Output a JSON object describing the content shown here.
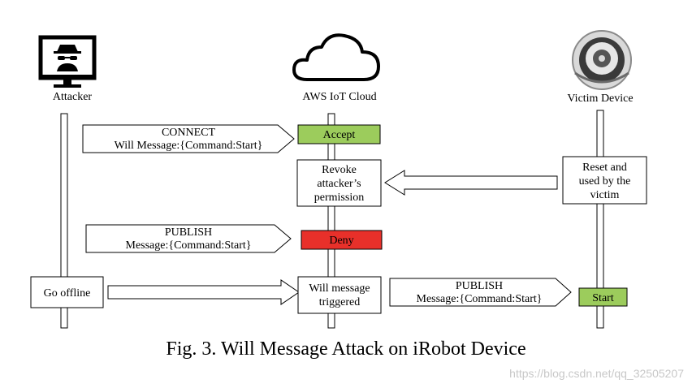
{
  "actors": {
    "attacker": "Attacker",
    "cloud": "AWS IoT Cloud",
    "victim": "Victim Device"
  },
  "messages": {
    "connect": [
      "CONNECT",
      "Will Message:{Command:Start}"
    ],
    "publish_attacker": [
      "PUBLISH",
      "Message:{Command:Start}"
    ],
    "publish_cloud": [
      "PUBLISH",
      "Message:{Command:Start}"
    ]
  },
  "boxes": {
    "accept": "Accept",
    "revoke": [
      "Revoke",
      "attacker’s",
      "permission"
    ],
    "reset": [
      "Reset and",
      "used by the",
      "victim"
    ],
    "deny": "Deny",
    "go_offline": "Go offline",
    "will_triggered": [
      "Will message",
      "triggered"
    ],
    "start": "Start"
  },
  "colors": {
    "accept_fill": "#9ccc5c",
    "deny_fill": "#e8302a",
    "start_fill": "#9ccc5c"
  },
  "icons": {
    "attacker": "hacker-monitor-icon",
    "cloud": "cloud-icon",
    "victim": "robot-vacuum-icon"
  },
  "caption": "Fig. 3.  Will Message Attack on iRobot Device",
  "watermark": "https://blog.csdn.net/qq_32505207"
}
